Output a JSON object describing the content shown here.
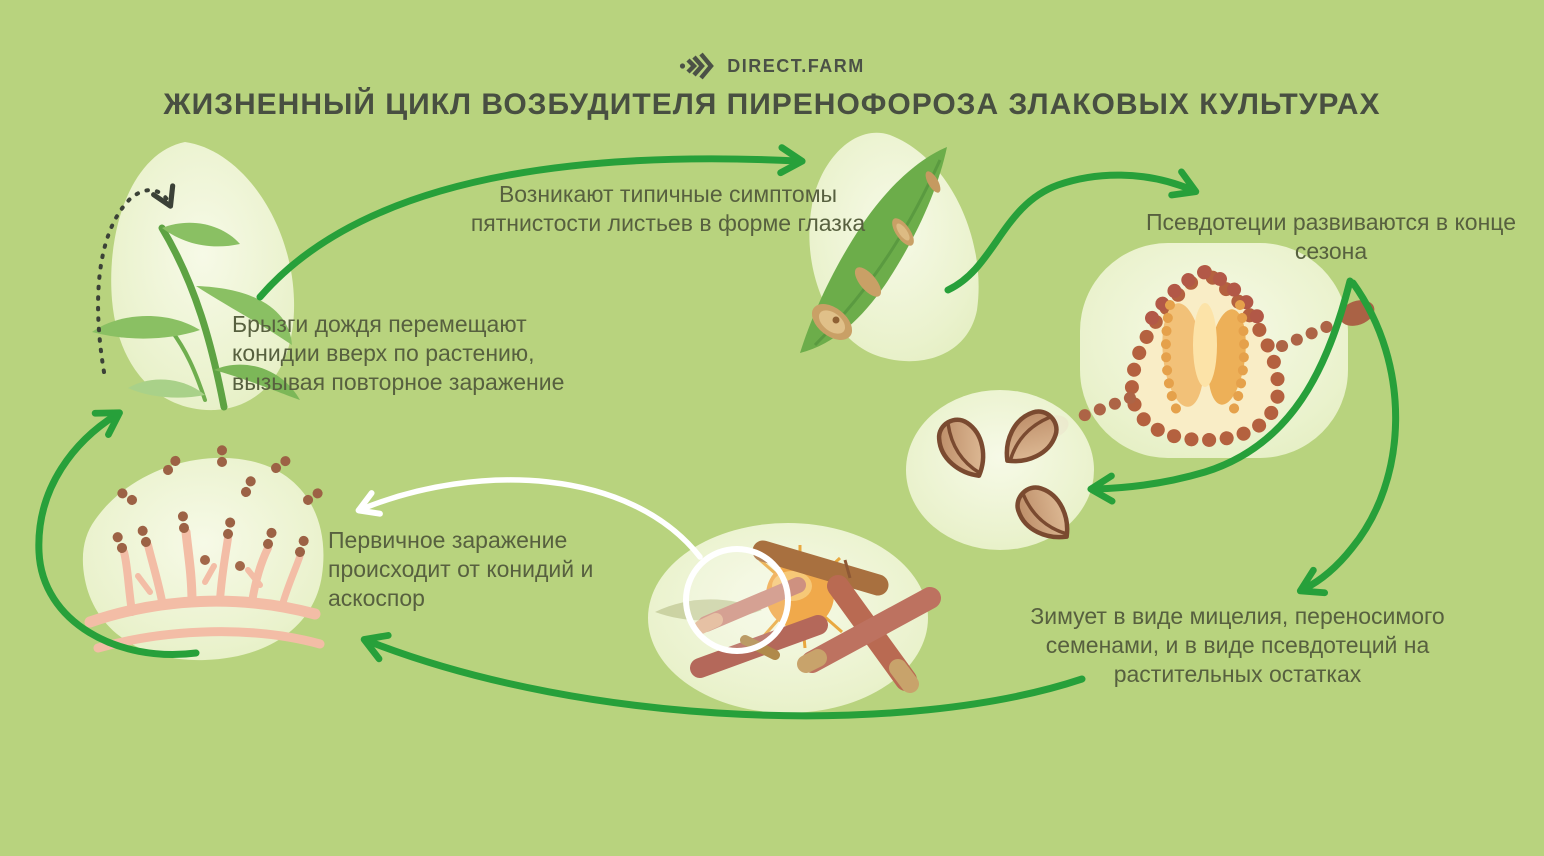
{
  "brand": {
    "name": "DIRECT.FARM",
    "icon": "triple-chevron-right-icon"
  },
  "title": "ЖИЗНЕННЫЙ ЦИКЛ ВОЗБУДИТЕЛЯ ПИРЕНОФОРОЗА ЗЛАКОВЫХ КУЛЬТУРАХ",
  "labels": {
    "symptoms": "Возникают типичные симптомы пятнистости листьев в форме глазка",
    "pseudothecia": "Псевдотеции развиваются в конце сезона",
    "rain_splash": "Брызги дождя перемещают конидии вверх по растению, вызывая повторное заражение",
    "primary_infection": "Первичное заражение происходит от конидий и аскоспор",
    "overwintering": "Зимует в виде мицелия, переносимого семенами, и в виде псевдотеций на растительных остатках"
  },
  "colors": {
    "background": "#b8d37e",
    "arrow_green": "#27a03a",
    "text": "#57603f",
    "title_text": "#484f41",
    "brand_text": "#4b5146",
    "white_arrow": "#ffffff",
    "dotted_arrow": "#3b4137",
    "lesion_brown": "#c9a066",
    "spore_brown": "#ad6446",
    "mycelium_pink": "#f3bda6",
    "seed_brown": "#b88762"
  }
}
